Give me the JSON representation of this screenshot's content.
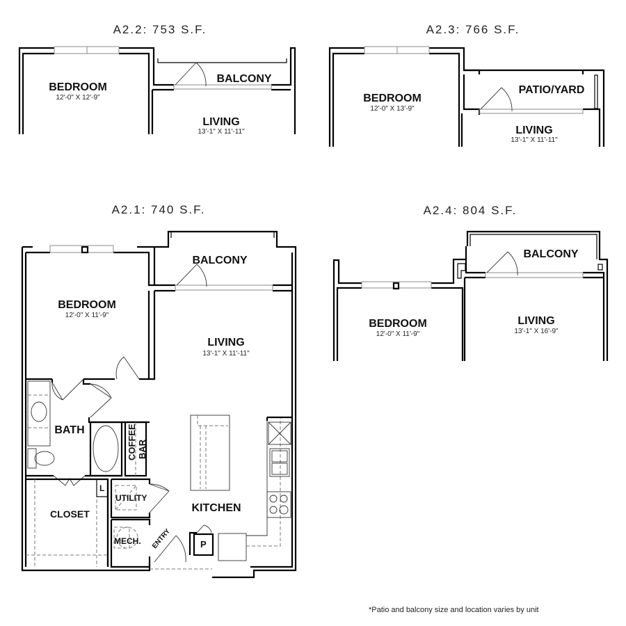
{
  "plans": [
    {
      "id": "a22",
      "title": "A2.2: 753 S.F.",
      "rooms": [
        {
          "name": "BEDROOM",
          "dims": "12'-0\" X 12'-9\""
        },
        {
          "name": "BALCONY",
          "dims": ""
        },
        {
          "name": "LIVING",
          "dims": "13'-1\" X 11'-11\""
        }
      ]
    },
    {
      "id": "a23",
      "title": "A2.3: 766 S.F.",
      "rooms": [
        {
          "name": "BEDROOM",
          "dims": "12'-0\" X 13'-9\""
        },
        {
          "name": "PATIO/YARD",
          "dims": ""
        },
        {
          "name": "LIVING",
          "dims": "13'-1\" X 11'-11\""
        }
      ]
    },
    {
      "id": "a21",
      "title": "A2.1: 740 S.F.",
      "rooms": [
        {
          "name": "BEDROOM",
          "dims": "12'-0\" X 11'-9\""
        },
        {
          "name": "BALCONY",
          "dims": ""
        },
        {
          "name": "LIVING",
          "dims": "13'-1\" X 11'-11\""
        },
        {
          "name": "BATH",
          "dims": ""
        },
        {
          "name": "CLOSET",
          "dims": ""
        },
        {
          "name": "KITCHEN",
          "dims": ""
        },
        {
          "name": "UTILITY",
          "dims": ""
        },
        {
          "name": "MECH.",
          "dims": ""
        },
        {
          "name": "ENTRY",
          "dims": ""
        },
        {
          "name": "COFFEE",
          "dims": ""
        },
        {
          "name": "BAR",
          "dims": ""
        },
        {
          "name": "L",
          "dims": ""
        },
        {
          "name": "P",
          "dims": ""
        }
      ]
    },
    {
      "id": "a24",
      "title": "A2.4: 804 S.F.",
      "rooms": [
        {
          "name": "BEDROOM",
          "dims": "12'-0\" X 11'-9\""
        },
        {
          "name": "BALCONY",
          "dims": ""
        },
        {
          "name": "LIVING",
          "dims": "13'-1\" X 16'-9\""
        }
      ]
    }
  ],
  "footnote": "*Patio and balcony size and location varies by unit"
}
